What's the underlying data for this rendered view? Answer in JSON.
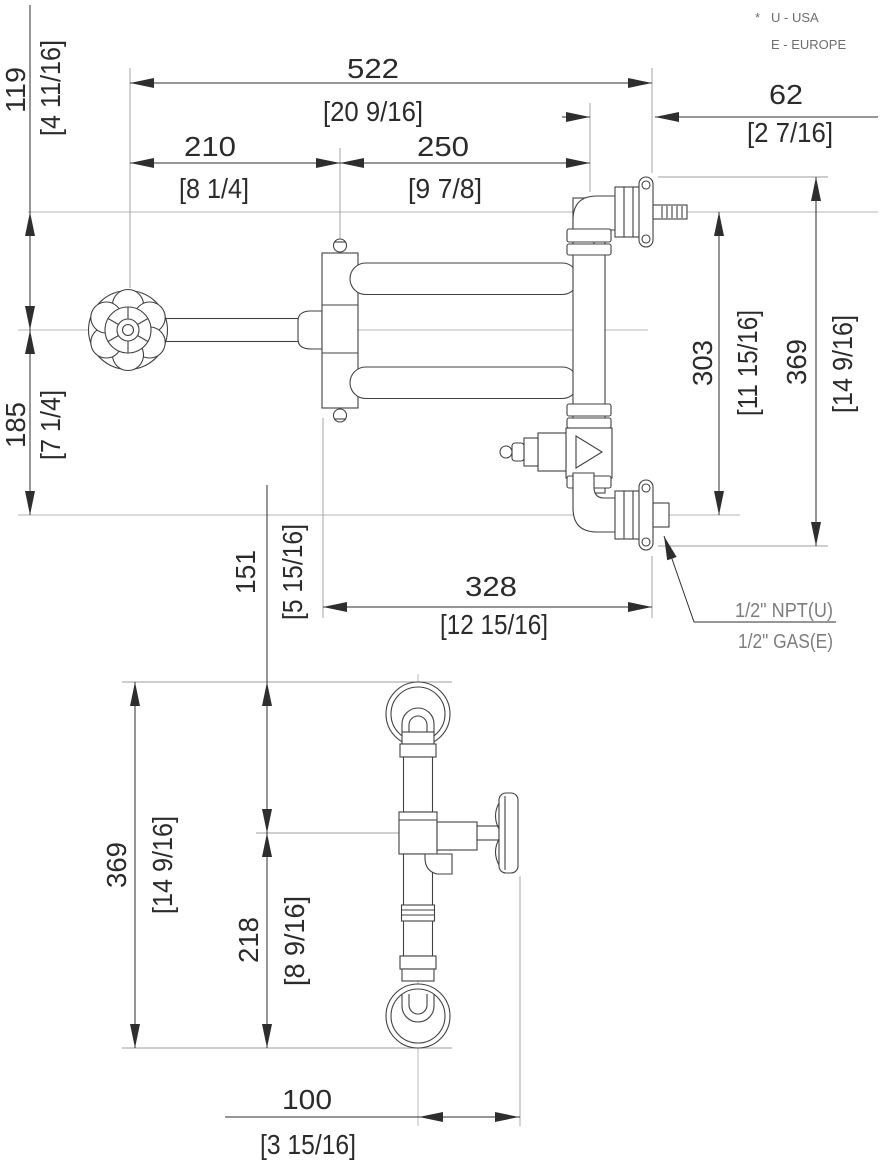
{
  "legend": {
    "star": "*",
    "usa": "U - USA",
    "europe": "E - EUROPE"
  },
  "connection_note": {
    "line1": "1/2\" NPT(U)",
    "line2": "1/2\" GAS(E)"
  },
  "dims": {
    "w522": {
      "mm": "522",
      "inches": "[20 9/16]"
    },
    "w210": {
      "mm": "210",
      "inches": "[8 1/4]"
    },
    "w250": {
      "mm": "250",
      "inches": "[9 7/8]"
    },
    "w62": {
      "mm": "62",
      "inches": "[2 7/16]"
    },
    "h119": {
      "mm": "119",
      "inches": "[4 11/16]"
    },
    "h185": {
      "mm": "185",
      "inches": "[7 1/4]"
    },
    "h303": {
      "mm": "303",
      "inches": "[11 15/16]"
    },
    "h369": {
      "mm": "369",
      "inches": "[14 9/16]"
    },
    "w328": {
      "mm": "328",
      "inches": "[12 15/16]"
    },
    "h151": {
      "mm": "151",
      "inches": "[5 15/16]"
    },
    "h218": {
      "mm": "218",
      "inches": "[8 9/16]"
    },
    "w100": {
      "mm": "100",
      "inches": "[3 15/16]"
    }
  }
}
